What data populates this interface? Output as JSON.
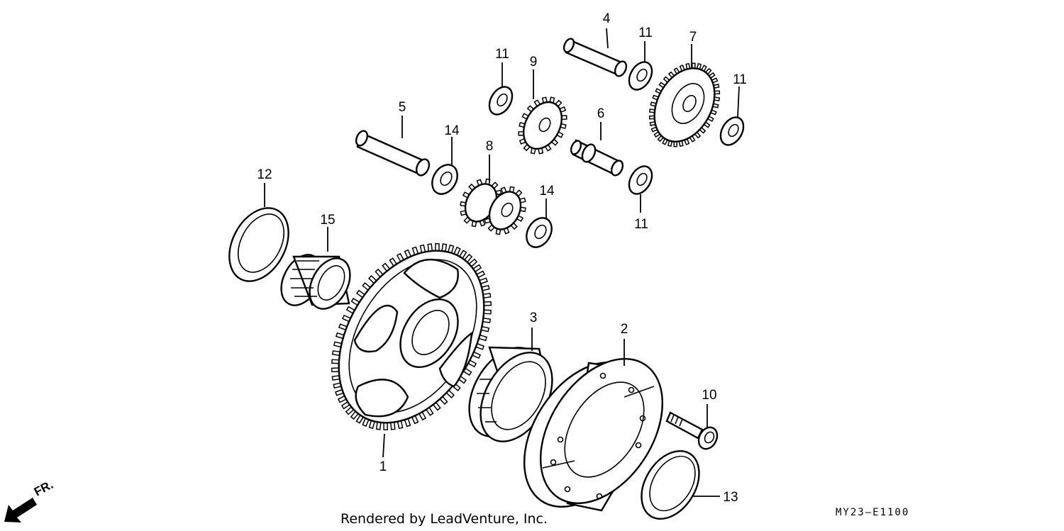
{
  "diagram": {
    "callouts": [
      {
        "id": "1",
        "text": "1"
      },
      {
        "id": "2",
        "text": "2"
      },
      {
        "id": "3",
        "text": "3"
      },
      {
        "id": "4",
        "text": "4"
      },
      {
        "id": "5",
        "text": "5"
      },
      {
        "id": "6",
        "text": "6"
      },
      {
        "id": "7",
        "text": "7"
      },
      {
        "id": "8",
        "text": "8"
      },
      {
        "id": "9",
        "text": "9"
      },
      {
        "id": "10",
        "text": "10"
      },
      {
        "id": "11a",
        "text": "11"
      },
      {
        "id": "11b",
        "text": "11"
      },
      {
        "id": "11c",
        "text": "11"
      },
      {
        "id": "11d",
        "text": "11"
      },
      {
        "id": "12",
        "text": "12"
      },
      {
        "id": "13",
        "text": "13"
      },
      {
        "id": "14a",
        "text": "14"
      },
      {
        "id": "14b",
        "text": "14"
      },
      {
        "id": "15",
        "text": "15"
      }
    ],
    "direction_label": "FR.",
    "credit": "Rendered by LeadVenture, Inc.",
    "diagram_code": "MY23–E1100"
  }
}
